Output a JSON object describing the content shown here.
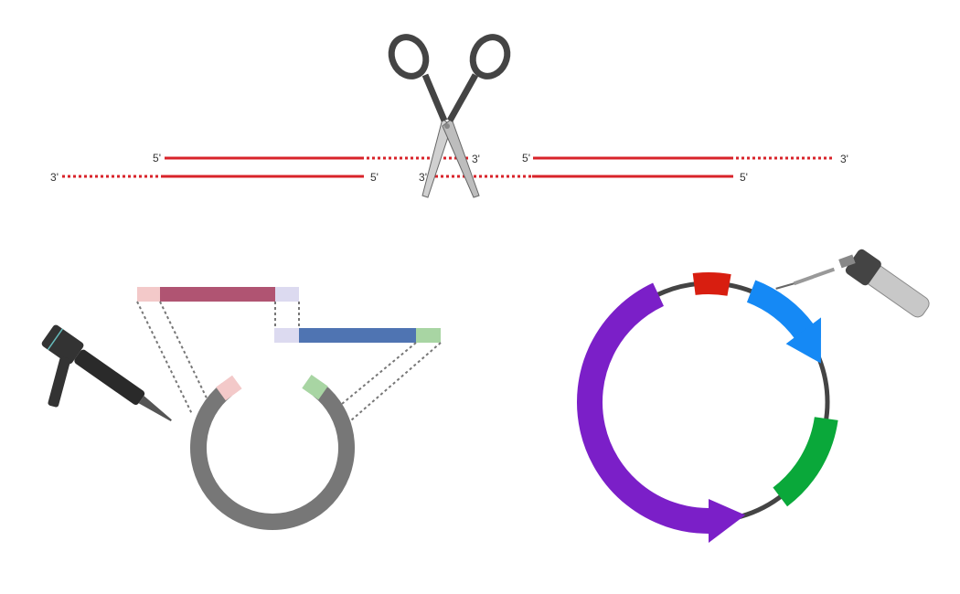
{
  "left_duplex": {
    "top_left": "5'",
    "top_right": "3'",
    "bottom_left": "3'",
    "bottom_right": "5'"
  },
  "right_duplex": {
    "top_left": "5'",
    "top_right": "3'",
    "bottom_left": "3'",
    "bottom_right": "5'"
  },
  "colors": {
    "dna": "#d8232a",
    "insert_homology_left": "#f3c9c9",
    "insert_gene_a": "#b05472",
    "linker": "#dcdaf0",
    "insert_gene_b": "#4f74b2",
    "insert_homology_right": "#a8d5a3",
    "vector_backbone": "#777777",
    "plasmid_backbone": "#444444",
    "plasmid_purple": "#7b1fc8",
    "plasmid_red": "#d81e10",
    "plasmid_blue": "#1589f5",
    "plasmid_green": "#0aa83a"
  }
}
